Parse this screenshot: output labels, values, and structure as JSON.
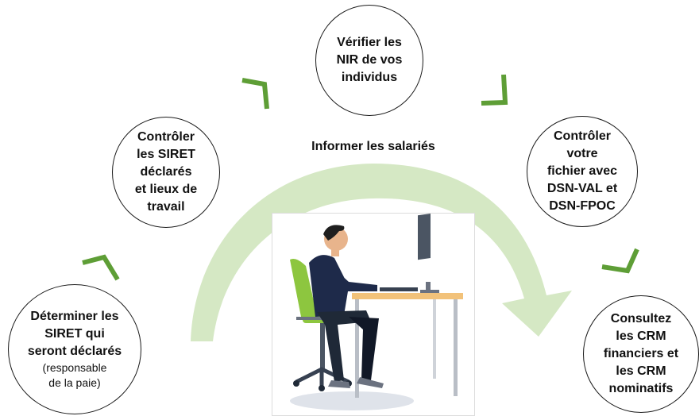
{
  "center_label": "Informer les salariés",
  "steps": [
    {
      "lines": [
        "Déterminer les",
        "SIRET qui",
        "seront déclarés"
      ],
      "sub_lines": [
        "(responsable",
        "de la paie)"
      ]
    },
    {
      "lines": [
        "Contrôler",
        "les SIRET",
        "déclarés",
        "et lieux de",
        "travail"
      ]
    },
    {
      "lines": [
        "Vérifier les",
        "NIR de vos",
        "individus"
      ]
    },
    {
      "lines": [
        "Contrôler",
        "votre",
        "fichier avec",
        "DSN-VAL et",
        "DSN-FPOC"
      ]
    },
    {
      "lines": [
        "Consultez",
        "les CRM",
        "financiers et",
        "les CRM",
        "nominatifs"
      ]
    }
  ],
  "colors": {
    "arc": "#d5e8c4",
    "chevron": "#5e9e36",
    "circle_border": "#1a1a1a"
  },
  "illustration": "person-at-computer-desk",
  "icons": [
    "chevron-icon"
  ]
}
